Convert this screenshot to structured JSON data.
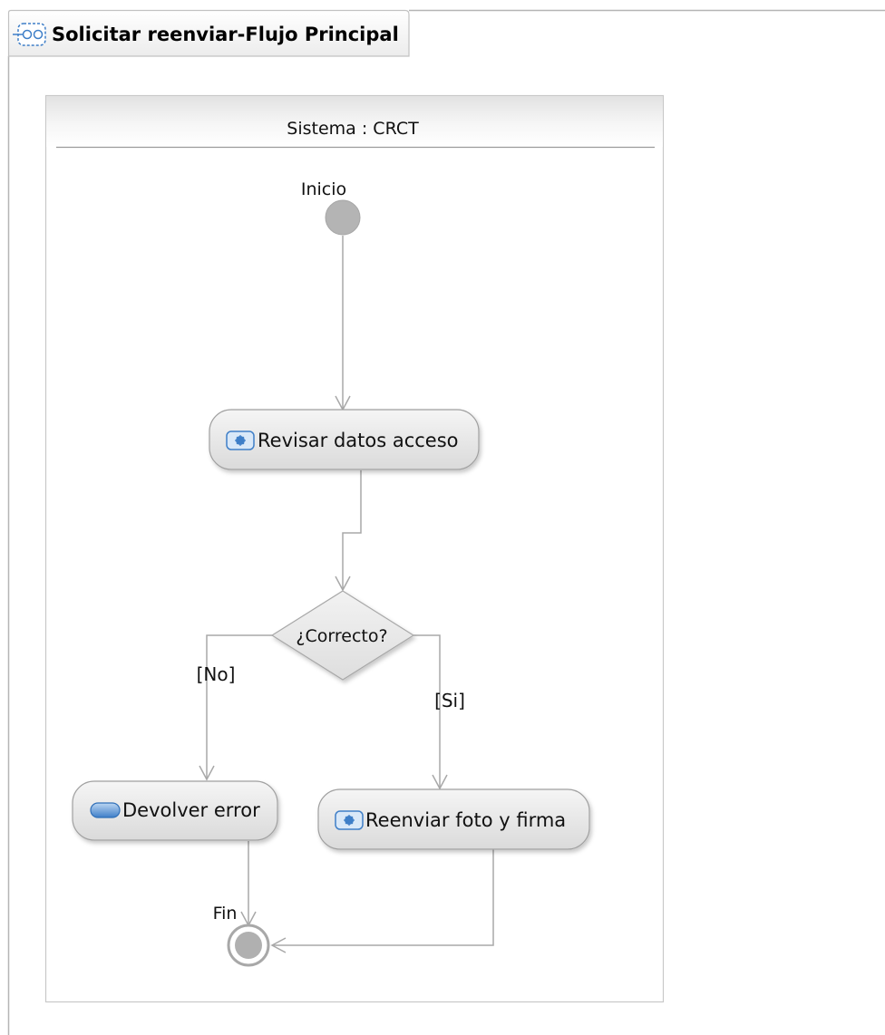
{
  "diagram": {
    "title": "Solicitar reenviar-Flujo Principal",
    "partition": "Sistema : CRCT",
    "nodes": {
      "start": "Inicio",
      "revisar": "Revisar datos acceso",
      "decision": "¿Correcto?",
      "devolver": "Devolver error",
      "reenviar": "Reenviar foto y firma",
      "end": "Fin"
    },
    "guards": {
      "no": "[No]",
      "si": "[Si]"
    },
    "icons": {
      "title": "activity-diagram-icon",
      "revisar": "call-behavior-action-icon",
      "devolver": "opaque-action-icon",
      "reenviar": "call-behavior-action-icon"
    },
    "colors": {
      "node_fill_top": "#f4f4f4",
      "node_fill_bottom": "#dcdcdc",
      "node_stroke": "#a0a0a0",
      "start_fill": "#b4b4b4",
      "connector": "#a8a8a8",
      "icon_blue": "#3f7fc8"
    }
  }
}
